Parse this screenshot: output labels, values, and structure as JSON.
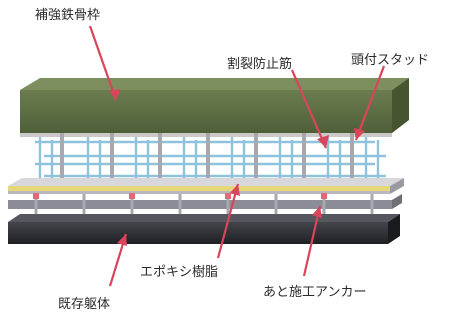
{
  "labels": {
    "reinforcing_steel_frame": "補強鉄骨枠",
    "split_prevention_bar": "割裂防止筋",
    "headed_stud": "頭付スタッド",
    "epoxy_resin": "エポキシ樹脂",
    "post_installed_anchor": "あと施工アンカー",
    "existing_structure": "既存躯体"
  },
  "colors": {
    "steel_frame": "#5e6f45",
    "rebar_cage": "#8fc3dc",
    "epoxy_layer": "#e6d77a",
    "anchor_rail": "#8c8c96",
    "existing_slab": "#2f3036",
    "arrow": "#d9455a"
  }
}
